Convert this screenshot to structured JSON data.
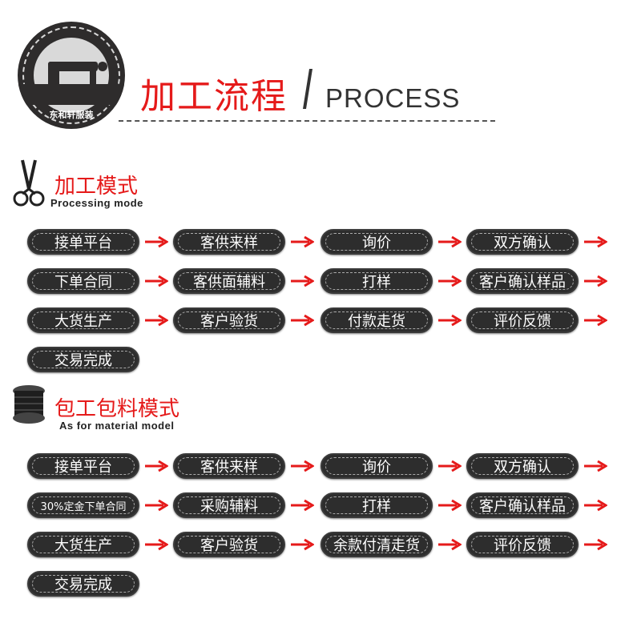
{
  "header": {
    "logo_text": "东和轩服装",
    "title_cn": "加工流程",
    "title_en": "PROCESS"
  },
  "section1": {
    "title": "加工模式",
    "subtitle": "Processing mode",
    "steps": [
      "接单平台",
      "客供来样",
      "询价",
      "双方确认",
      "下单合同",
      "客供面辅料",
      "打样",
      "客户确认样品",
      "大货生产",
      "客户验货",
      "付款走货",
      "评价反馈",
      "交易完成"
    ]
  },
  "section2": {
    "title": "包工包料模式",
    "subtitle": "As for material model",
    "steps": [
      "接单平台",
      "客供来样",
      "询价",
      "双方确认",
      "30%定金下单合同",
      "采购辅料",
      "打样",
      "客户确认样品",
      "大货生产",
      "客户验货",
      "余款付清走货",
      "评价反馈",
      "交易完成"
    ]
  },
  "colors": {
    "accent": "#e51a1a",
    "pill": "#2d2d2d"
  }
}
